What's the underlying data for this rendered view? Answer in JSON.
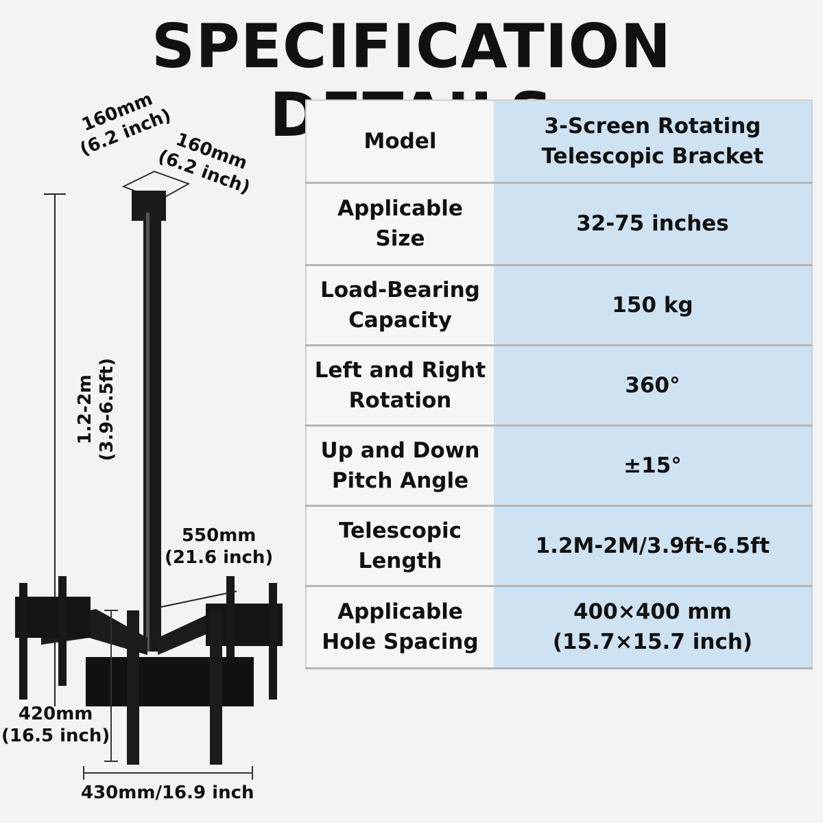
{
  "title": "SPECIFICATION DETAILS",
  "specs": [
    {
      "label": "Model",
      "value_lines": [
        "3-Screen Rotating",
        "Telescopic Bracket"
      ]
    },
    {
      "label_lines": [
        "Applicable",
        "Size"
      ],
      "value": "32-75 inches"
    },
    {
      "label_lines": [
        "Load-Bearing",
        "Capacity"
      ],
      "value": "150 kg"
    },
    {
      "label_lines": [
        "Left and Right",
        "Rotation"
      ],
      "value": "360°"
    },
    {
      "label_lines": [
        "Up and Down",
        "Pitch Angle"
      ],
      "value": "±15°"
    },
    {
      "label_lines": [
        "Telescopic",
        "Length"
      ],
      "value": "1.2M-2M/3.9ft-6.5ft"
    },
    {
      "label_lines": [
        "Applicable",
        "Hole Spacing"
      ],
      "value_lines": [
        "400×400 mm",
        "(15.7×15.7 inch)"
      ]
    }
  ],
  "dimensions": {
    "plate_left": [
      "160mm",
      "(6.2 inch)"
    ],
    "plate_right": [
      "160mm",
      "(6.2 inch)"
    ],
    "pole_height": [
      "1.2-2m",
      "(3.9-6.5ft)"
    ],
    "arm_length": [
      "550mm",
      "(21.6 inch)"
    ],
    "bracket_height": [
      "420mm",
      "(16.5 inch)"
    ],
    "bracket_width": "430mm/16.9 inch"
  },
  "colors": {
    "value_bg": "#cfe2f2",
    "label_bg": "#f6f6f6",
    "border": "#b5b5b5",
    "mount": "#1a1a1a"
  }
}
